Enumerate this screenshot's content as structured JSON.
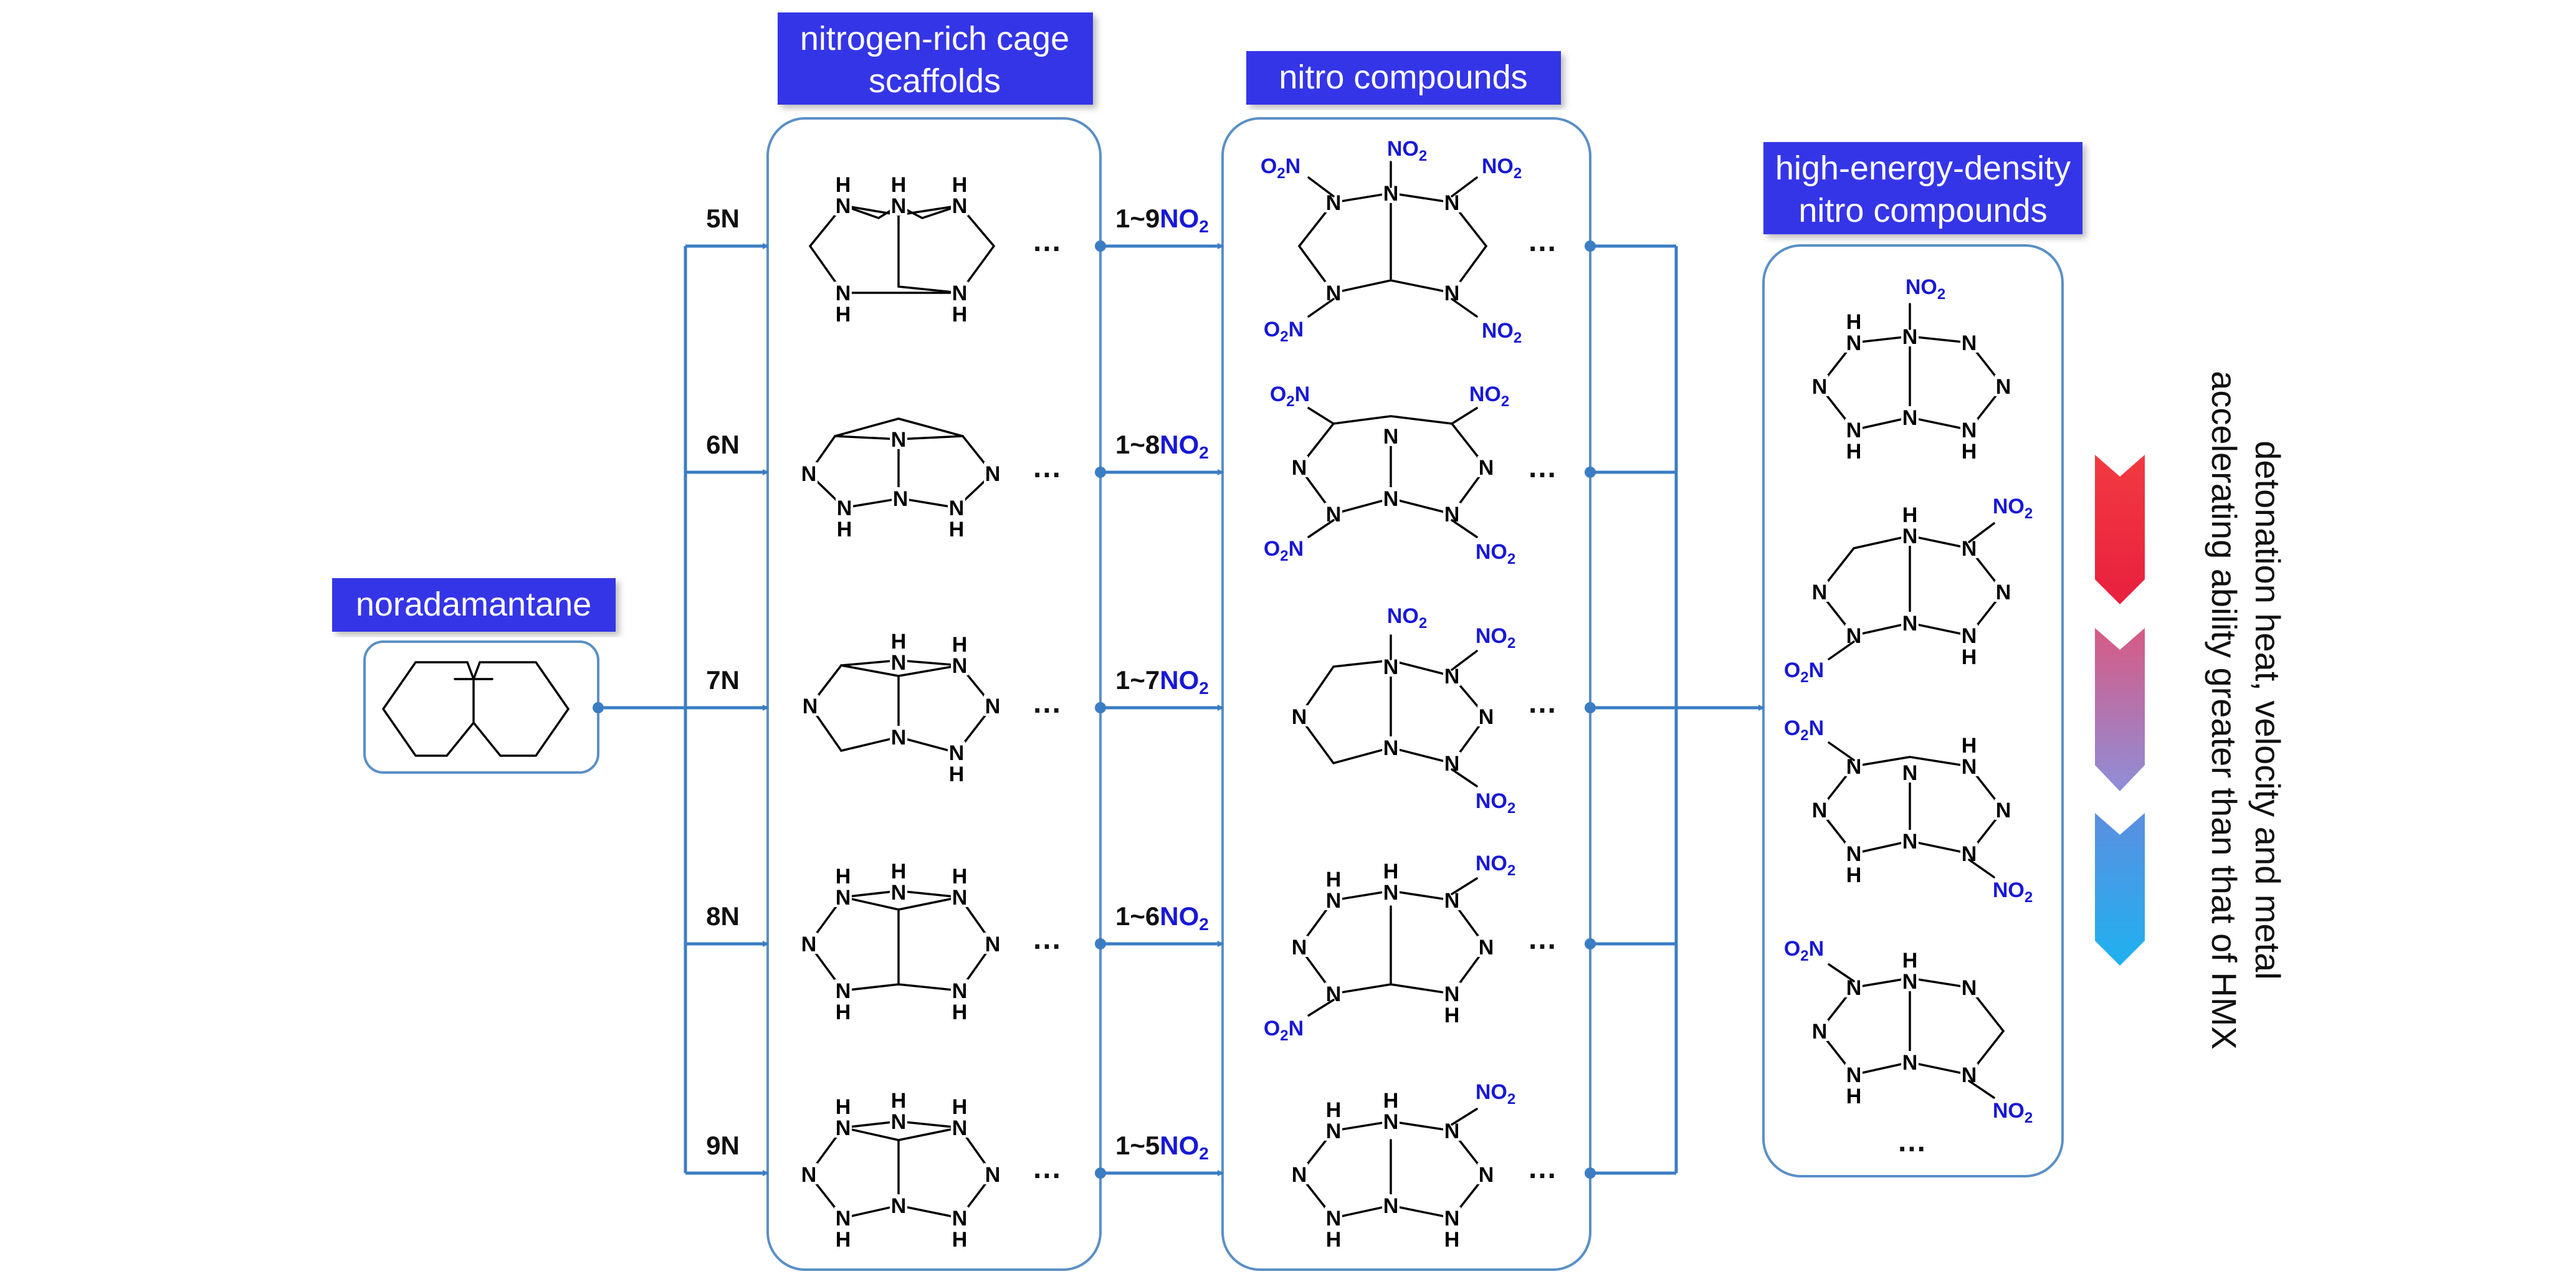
{
  "labels": {
    "noradamantane": "noradamantane",
    "scaffolds_line1": "nitrogen-rich cage",
    "scaffolds_line2": "scaffolds",
    "nitro": "nitro compounds",
    "hed_line1": "high-energy-density",
    "hed_line2": "nitro compounds"
  },
  "rows": [
    {
      "count": "5N",
      "reagent_prefix": "1~9",
      "reagent_group": "NO",
      "reagent_sub": "2"
    },
    {
      "count": "6N",
      "reagent_prefix": "1~8",
      "reagent_group": "NO",
      "reagent_sub": "2"
    },
    {
      "count": "7N",
      "reagent_prefix": "1~7",
      "reagent_group": "NO",
      "reagent_sub": "2"
    },
    {
      "count": "8N",
      "reagent_prefix": "1~6",
      "reagent_group": "NO",
      "reagent_sub": "2"
    },
    {
      "count": "9N",
      "reagent_prefix": "1~5",
      "reagent_group": "NO",
      "reagent_sub": "2"
    }
  ],
  "atoms": {
    "nitrogen": "N",
    "hydrogen": "H",
    "nitro_main": "NO",
    "nitro_sub": "2",
    "nitro_alt_main": "O",
    "nitro_alt_sub": "2",
    "nitro_alt_end": "N"
  },
  "ellipsis": "…",
  "side_text": {
    "line1": "detonation heat, velocity and metal",
    "line2": "accelerating ability greater than that of HMX"
  },
  "colors": {
    "label_box": "#3535e8",
    "arrow": "#3b7dc4",
    "panel_border": "#5b8fc6",
    "no2": "#1818d6",
    "chevron_top": "#ef2b3e",
    "chevron_mid": "#b87aa8",
    "chevron_bottom": "#29a9ee"
  }
}
